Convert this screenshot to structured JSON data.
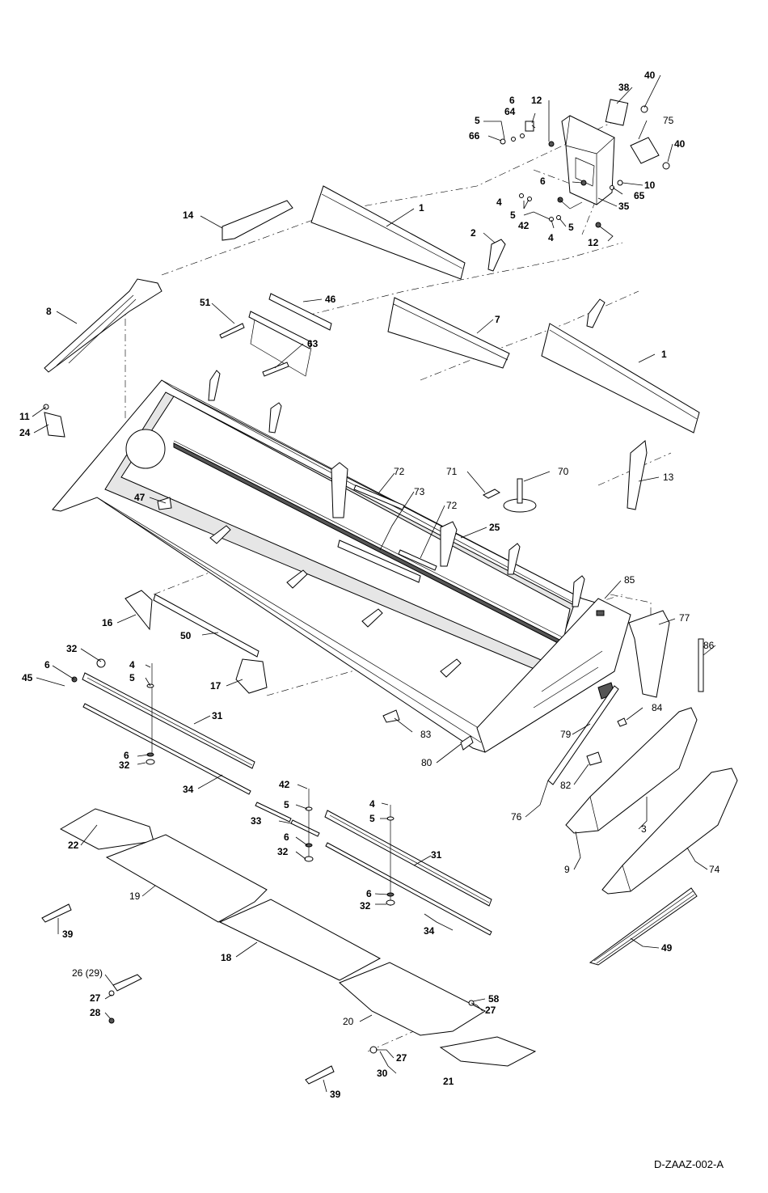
{
  "drawing_reference": "D-ZAAZ-002-A",
  "callouts": [
    {
      "id": "c-40a",
      "text": "40"
    },
    {
      "id": "c-38",
      "text": "38"
    },
    {
      "id": "c-12a",
      "text": "12"
    },
    {
      "id": "c-6a",
      "text": "6"
    },
    {
      "id": "c-64",
      "text": "64"
    },
    {
      "id": "c-5a",
      "text": "5"
    },
    {
      "id": "c-66",
      "text": "66"
    },
    {
      "id": "c-75",
      "text": "75"
    },
    {
      "id": "c-40b",
      "text": "40"
    },
    {
      "id": "c-6b",
      "text": "6"
    },
    {
      "id": "c-10",
      "text": "10"
    },
    {
      "id": "c-65",
      "text": "65"
    },
    {
      "id": "c-4a",
      "text": "4"
    },
    {
      "id": "c-5b",
      "text": "5"
    },
    {
      "id": "c-35",
      "text": "35"
    },
    {
      "id": "c-42a",
      "text": "42"
    },
    {
      "id": "c-4b",
      "text": "4"
    },
    {
      "id": "c-5c",
      "text": "5"
    },
    {
      "id": "c-12b",
      "text": "12"
    },
    {
      "id": "c-14",
      "text": "14"
    },
    {
      "id": "c-1a",
      "text": "1"
    },
    {
      "id": "c-2",
      "text": "2"
    },
    {
      "id": "c-8",
      "text": "8"
    },
    {
      "id": "c-51",
      "text": "51"
    },
    {
      "id": "c-46",
      "text": "46"
    },
    {
      "id": "c-7",
      "text": "7"
    },
    {
      "id": "c-63",
      "text": "63"
    },
    {
      "id": "c-1b",
      "text": "1"
    },
    {
      "id": "c-11",
      "text": "11"
    },
    {
      "id": "c-24",
      "text": "24"
    },
    {
      "id": "c-72a",
      "text": "72"
    },
    {
      "id": "c-71",
      "text": "71"
    },
    {
      "id": "c-70",
      "text": "70"
    },
    {
      "id": "c-13",
      "text": "13"
    },
    {
      "id": "c-73",
      "text": "73"
    },
    {
      "id": "c-47",
      "text": "47"
    },
    {
      "id": "c-72b",
      "text": "72"
    },
    {
      "id": "c-25",
      "text": "25"
    },
    {
      "id": "c-85",
      "text": "85"
    },
    {
      "id": "c-16",
      "text": "16"
    },
    {
      "id": "c-77",
      "text": "77"
    },
    {
      "id": "c-50",
      "text": "50"
    },
    {
      "id": "c-86",
      "text": "86"
    },
    {
      "id": "c-32a",
      "text": "32"
    },
    {
      "id": "c-4c",
      "text": "4"
    },
    {
      "id": "c-6c",
      "text": "6"
    },
    {
      "id": "c-5d",
      "text": "5"
    },
    {
      "id": "c-45",
      "text": "45"
    },
    {
      "id": "c-17",
      "text": "17"
    },
    {
      "id": "c-84",
      "text": "84"
    },
    {
      "id": "c-31a",
      "text": "31"
    },
    {
      "id": "c-79",
      "text": "79"
    },
    {
      "id": "c-83",
      "text": "83"
    },
    {
      "id": "c-6d",
      "text": "6"
    },
    {
      "id": "c-32b",
      "text": "32"
    },
    {
      "id": "c-80",
      "text": "80"
    },
    {
      "id": "c-82",
      "text": "82"
    },
    {
      "id": "c-34a",
      "text": "34"
    },
    {
      "id": "c-42b",
      "text": "42"
    },
    {
      "id": "c-4d",
      "text": "4"
    },
    {
      "id": "c-5e",
      "text": "5"
    },
    {
      "id": "c-5f",
      "text": "5"
    },
    {
      "id": "c-33",
      "text": "33"
    },
    {
      "id": "c-76",
      "text": "76"
    },
    {
      "id": "c-3",
      "text": "3"
    },
    {
      "id": "c-6e",
      "text": "6"
    },
    {
      "id": "c-22",
      "text": "22"
    },
    {
      "id": "c-32c",
      "text": "32"
    },
    {
      "id": "c-31b",
      "text": "31"
    },
    {
      "id": "c-9",
      "text": "9"
    },
    {
      "id": "c-74",
      "text": "74"
    },
    {
      "id": "c-19",
      "text": "19"
    },
    {
      "id": "c-6f",
      "text": "6"
    },
    {
      "id": "c-32d",
      "text": "32"
    },
    {
      "id": "c-39a",
      "text": "39"
    },
    {
      "id": "c-34b",
      "text": "34"
    },
    {
      "id": "c-18",
      "text": "18"
    },
    {
      "id": "c-49",
      "text": "49"
    },
    {
      "id": "c-26",
      "text": "26 (29)"
    },
    {
      "id": "c-58",
      "text": "58"
    },
    {
      "id": "c-27a",
      "text": "27"
    },
    {
      "id": "c-27b",
      "text": "27"
    },
    {
      "id": "c-28",
      "text": "28"
    },
    {
      "id": "c-20",
      "text": "20"
    },
    {
      "id": "c-27c",
      "text": "27"
    },
    {
      "id": "c-30",
      "text": "30"
    },
    {
      "id": "c-21",
      "text": "21"
    },
    {
      "id": "c-39b",
      "text": "39"
    }
  ]
}
